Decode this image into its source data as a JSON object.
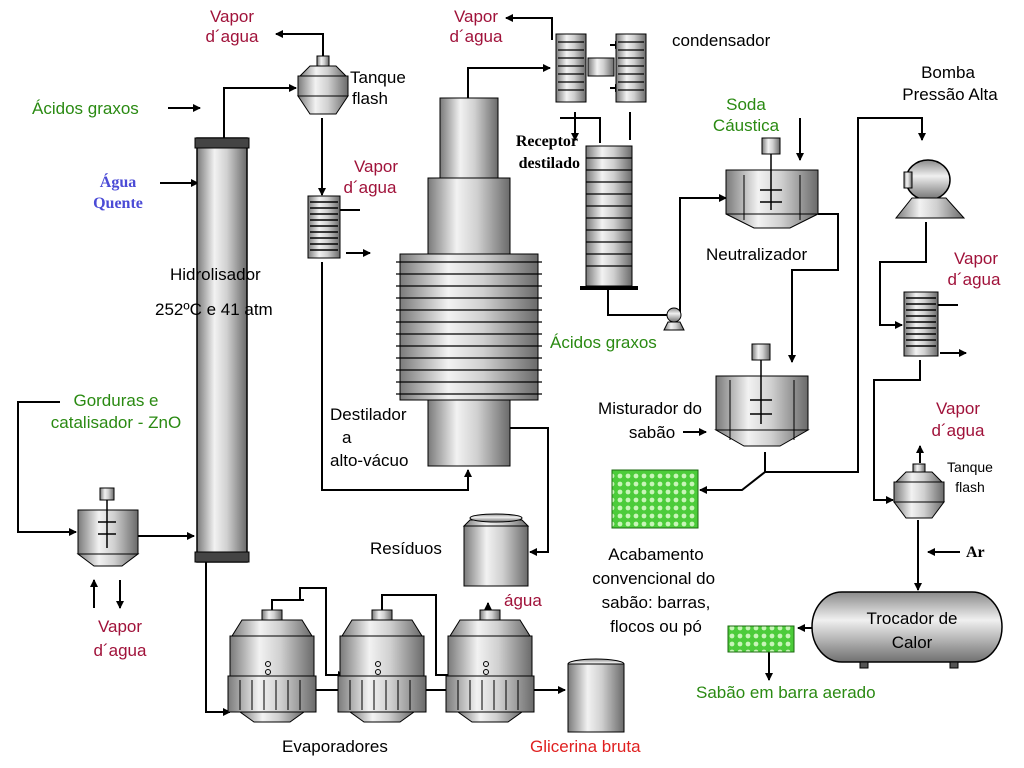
{
  "colors": {
    "red": "#a0123a",
    "green": "#2a8a12",
    "blue": "#4b4bd6",
    "black": "#000000",
    "bright_red": "#e02020"
  },
  "labels": {
    "vapor_top_left": [
      "Vapor",
      "d´agua"
    ],
    "vapor_top_mid": [
      "Vapor",
      "d´agua"
    ],
    "condensador": "condensador",
    "tanque_flash_top": [
      "Tanque",
      "flash"
    ],
    "acidos_graxos_top": "Ácidos graxos",
    "agua_quente": [
      "Água",
      "Quente"
    ],
    "vapor_hx_left": [
      "Vapor",
      "d´agua"
    ],
    "receptor": [
      "Receptor",
      "destilado"
    ],
    "soda": [
      "Soda",
      "Cáustica"
    ],
    "bomba": [
      "Bomba",
      "Pressão Alta"
    ],
    "hidrolisador": "Hidrolisador",
    "hidro_cond": "252ºC e 41 atm",
    "neutralizador": "Neutralizador",
    "vapor_right_hx": [
      "Vapor",
      "d´agua"
    ],
    "acidos_graxos_mid": "Ácidos graxos",
    "gorduras": [
      "Gorduras e",
      "catalisador - ZnO"
    ],
    "destilador": [
      "Destilador",
      "a",
      "alto-vácuo"
    ],
    "misturador": [
      "Misturador do",
      "sabão"
    ],
    "vapor_right_flash": [
      "Vapor",
      "d´agua"
    ],
    "tanque_flash_right": [
      "Tanque",
      "flash"
    ],
    "residuos": "Resíduos",
    "acabamento": [
      "Acabamento",
      "convencional do",
      "sabão: barras,",
      "flocos ou pó"
    ],
    "ar": "Ar",
    "agua": "água",
    "trocador": [
      "Trocador de",
      "Calor"
    ],
    "vapor_bottom_left": [
      "Vapor",
      "d´agua"
    ],
    "sabao_aerado": "Sabão em barra aerado",
    "evaporadores": "Evaporadores",
    "glicerina": "Glicerina bruta"
  }
}
